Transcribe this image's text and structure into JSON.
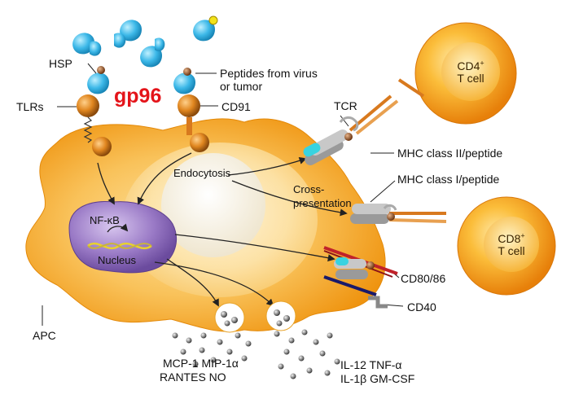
{
  "labels": {
    "hsp": "HSP",
    "tlrs": "TLRs",
    "gp96": "gp96",
    "peptides_line1": "Peptides from virus",
    "peptides_line2": "or tumor",
    "cd91": "CD91",
    "endocytosis": "Endocytosis",
    "nfkb": "NF-κB",
    "nucleus": "Nucleus",
    "tcr": "TCR",
    "mhc2": "MHC  class II/peptide",
    "mhc1": "MHC  class I/peptide",
    "cross1": "Cross-",
    "cross2": "presentation",
    "cd80": "CD80/86",
    "cd40": "CD40",
    "apc": "APC",
    "cd4_name": "CD4",
    "cd4_sup": "+",
    "cd4_line2": "T cell",
    "cd8_name": "CD8",
    "cd8_sup": "+",
    "cd8_line2": "T cell",
    "cytokines_left_line1": "MCP-1  MIP-1α",
    "cytokines_left_line2": "RANTES  NO",
    "cytokines_right_line1": "IL-12  TNF-α",
    "cytokines_right_line2": "IL-1β  GM-CSF"
  },
  "colors": {
    "apc_fill": "#f6a81f",
    "apc_inner": "#fbd27a",
    "nucleus": "#9b78c4",
    "tcell": "#f7a41c",
    "hsp": "#33b6e6",
    "gp96_text": "#e4141a",
    "receptor": "#d8791e"
  }
}
